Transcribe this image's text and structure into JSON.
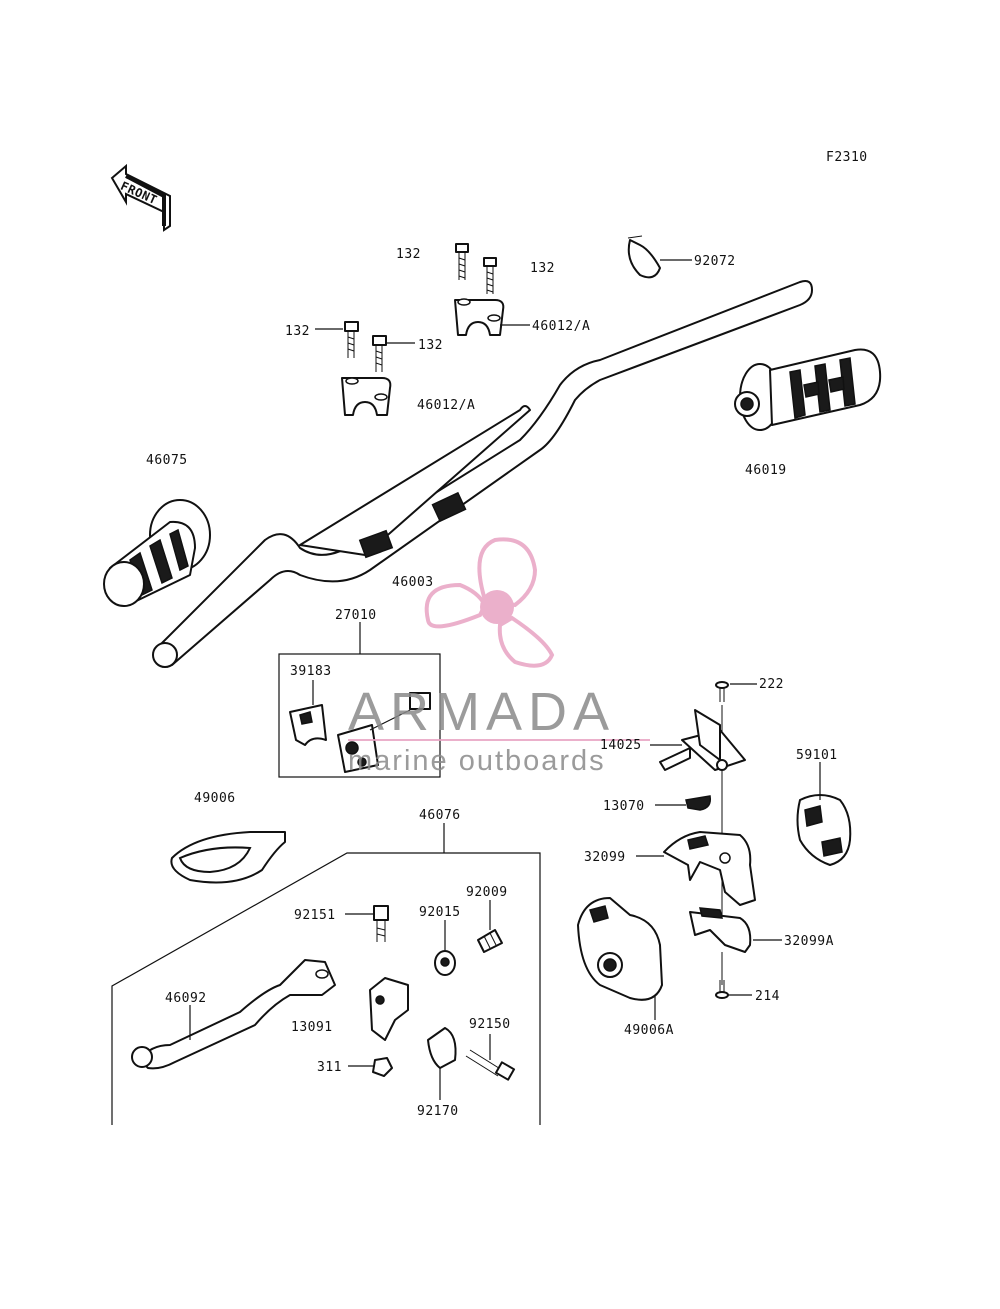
{
  "figure_code": "F2310",
  "front_marker": "FRONT",
  "watermark": {
    "brand": "ARMADA",
    "tagline": "marine outboards",
    "accent_color": "#e8a3c3",
    "icon": "propeller-icon"
  },
  "labels": {
    "132a": "132",
    "132b": "132",
    "132c": "132",
    "132d": "132",
    "92072": "92072",
    "46012a_top": "46012/A",
    "46012a_mid": "46012/A",
    "46075": "46075",
    "46019": "46019",
    "46003": "46003",
    "27010": "27010",
    "39183": "39183",
    "222": "222",
    "14025": "14025",
    "59101": "59101",
    "13070": "13070",
    "32099": "32099",
    "32099A": "32099A",
    "214": "214",
    "49006": "49006",
    "49006A": "49006A",
    "46076": "46076",
    "92009": "92009",
    "92151": "92151",
    "92015": "92015",
    "46092": "46092",
    "13091": "13091",
    "92150": "92150",
    "311": "311",
    "92170": "92170"
  }
}
